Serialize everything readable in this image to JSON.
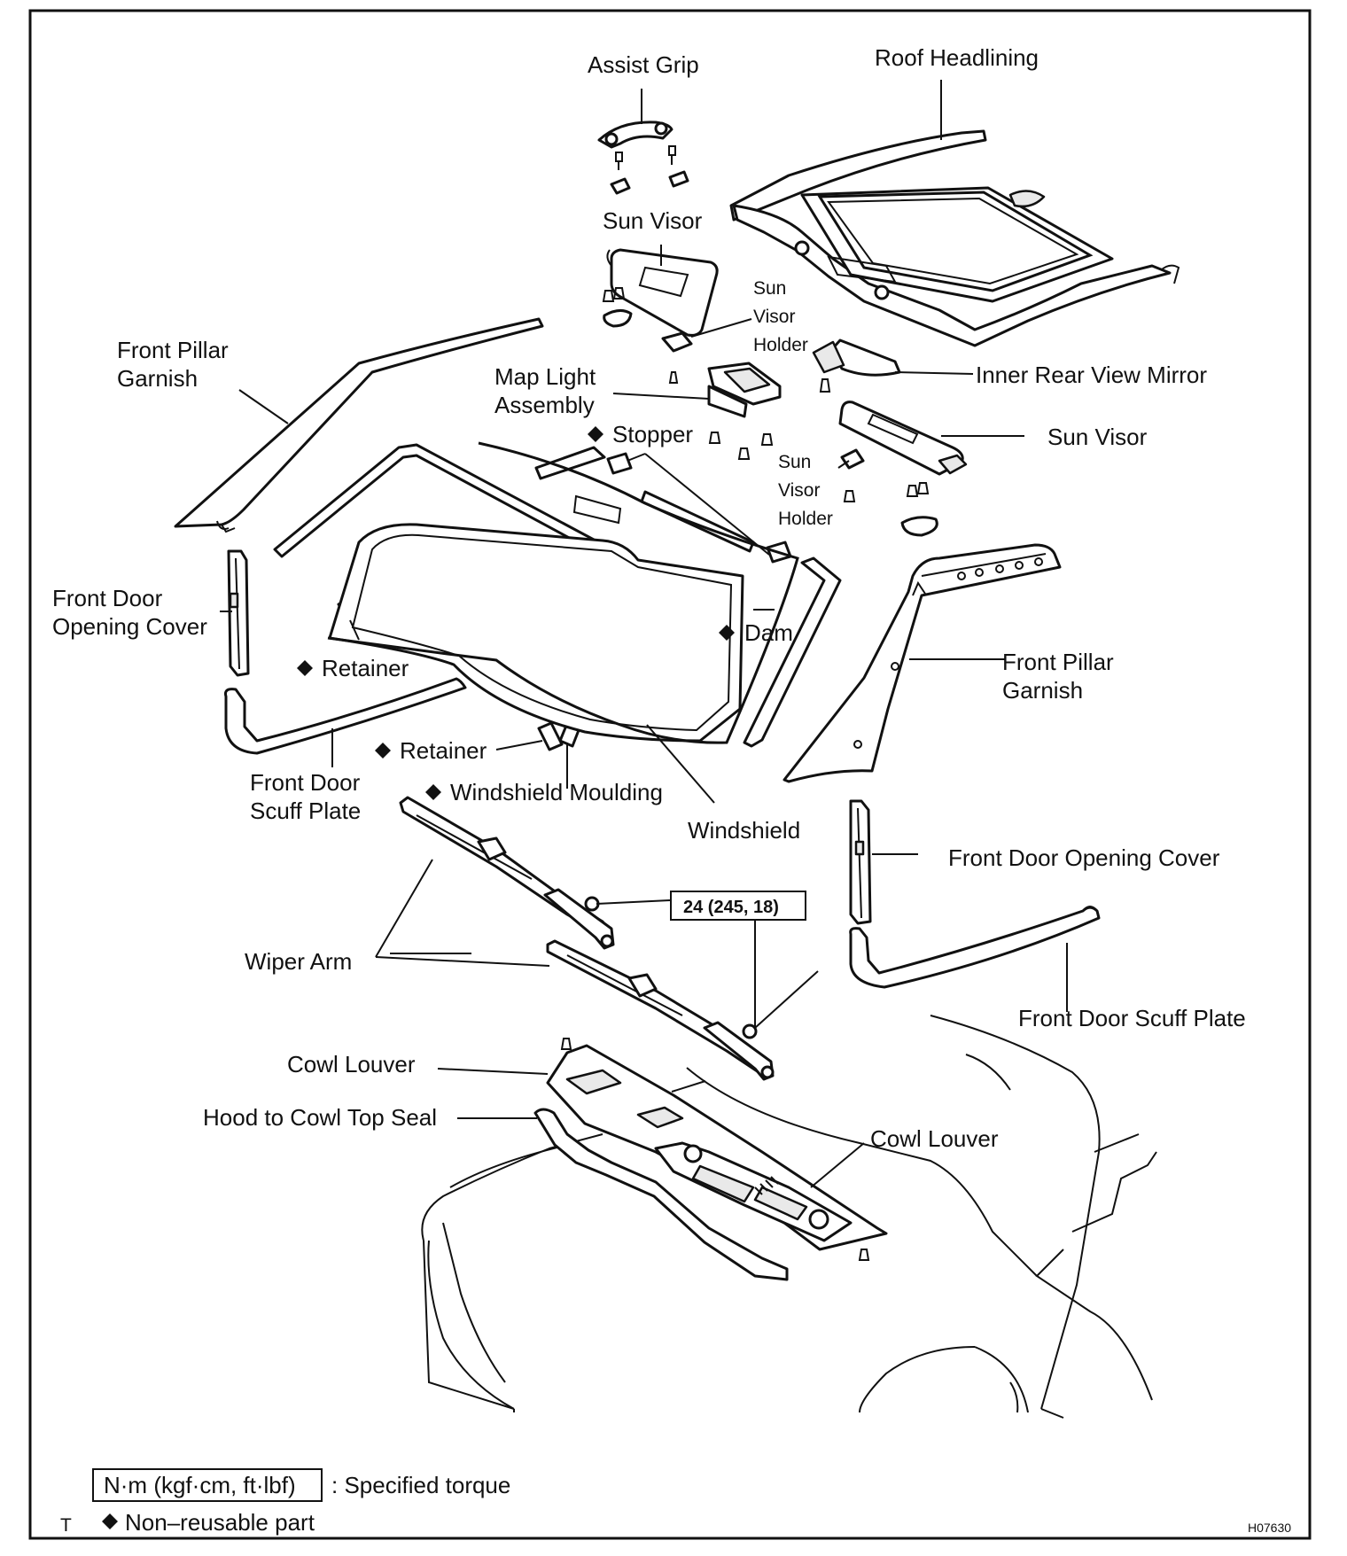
{
  "labels": {
    "assist_grip": "Assist Grip",
    "roof_headlining": "Roof Headlining",
    "sun_visor_upper": "Sun Visor",
    "sun_visor_holder_upper": [
      "Sun",
      "Visor",
      "Holder"
    ],
    "front_pillar_garnish_left": [
      "Front Pillar",
      "Garnish"
    ],
    "map_light_assembly": [
      "Map Light",
      "Assembly"
    ],
    "inner_rear_view_mirror": "Inner Rear View Mirror",
    "stopper": "Stopper",
    "sun_visor_right": "Sun Visor",
    "sun_visor_holder_lower": [
      "Sun",
      "Visor",
      "Holder"
    ],
    "front_door_opening_cover_left": [
      "Front Door",
      "Opening Cover"
    ],
    "retainer_upper": "Retainer",
    "dam": "Dam",
    "front_pillar_garnish_right": [
      "Front Pillar",
      "Garnish"
    ],
    "retainer_lower": "Retainer",
    "front_door_scuff_plate_left": [
      "Front Door",
      "Scuff Plate"
    ],
    "windshield_moulding": "Windshield Moulding",
    "windshield": "Windshield",
    "front_door_opening_cover_right": "Front Door Opening Cover",
    "torque_value": "24 (245, 18)",
    "wiper_arm": "Wiper Arm",
    "front_door_scuff_plate_right": "Front Door Scuff Plate",
    "cowl_louver_left": "Cowl Louver",
    "hood_to_cowl_top_seal": "Hood to Cowl Top Seal",
    "cowl_louver_right": "Cowl Louver"
  },
  "legend": {
    "torque_unit": "N·m (kgf·cm, ft·lbf)",
    "torque_text": ": Specified torque",
    "nonreusable_prefix": "T",
    "nonreusable_text": "Non–reusable part"
  },
  "figure_code": "H07630",
  "icons": {
    "nonreusable_marker": "diamond-icon"
  }
}
